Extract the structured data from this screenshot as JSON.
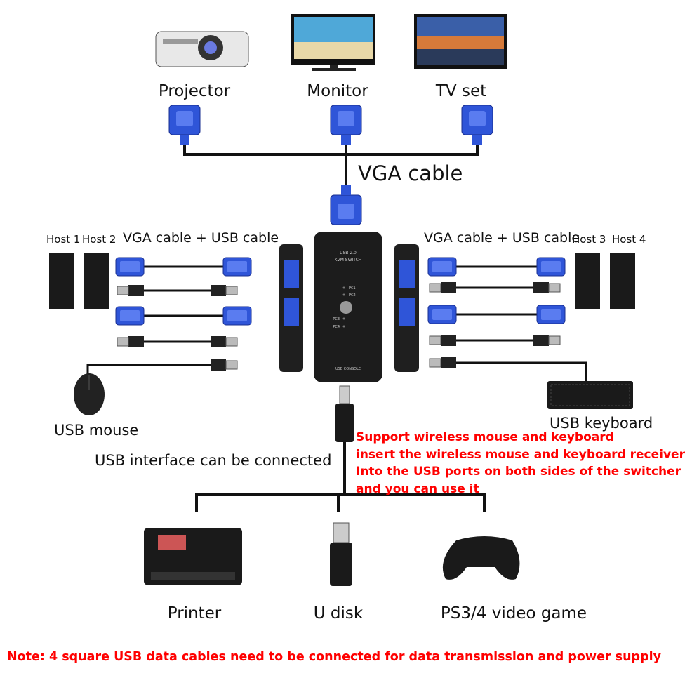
{
  "outputs": [
    {
      "label": "Projector",
      "icon": "projector-icon"
    },
    {
      "label": "Monitor",
      "icon": "monitor-icon"
    },
    {
      "label": "TV set",
      "icon": "tv-icon"
    }
  ],
  "vga_cable_label": "VGA cable",
  "hosts_left": [
    "Host 1",
    "Host 2"
  ],
  "hosts_right": [
    "Host 3",
    "Host 4"
  ],
  "cable_label_left": "VGA cable + USB cable",
  "cable_label_right": "VGA cable + USB cable",
  "switch": {
    "line1": "USB 2.0",
    "line2": "KVM SWITCH",
    "ports": [
      "PC1",
      "PC2",
      "PC3",
      "PC4"
    ],
    "console": "USB CONSOLE"
  },
  "mouse_label": "USB mouse",
  "keyboard_label": "USB keyboard",
  "usb_interface_label": "USB interface can be connected",
  "wireless_note": [
    "Support wireless mouse and keyboard",
    "insert the wireless mouse and keyboard receiver",
    "Into the USB ports on both sides of the switcher",
    "and you can use it"
  ],
  "peripherals": [
    {
      "label": "Printer",
      "icon": "printer-icon"
    },
    {
      "label": "U disk",
      "icon": "usb-drive-icon"
    },
    {
      "label": "PS3/4 video game",
      "icon": "gamepad-icon"
    }
  ],
  "footer_note": "Note: 4 square USB data cables need to be connected for data transmission and power supply",
  "colors": {
    "note_red": "#ff0000",
    "vga_blue": "#2a4fd6",
    "device_black": "#1a1a1a"
  }
}
